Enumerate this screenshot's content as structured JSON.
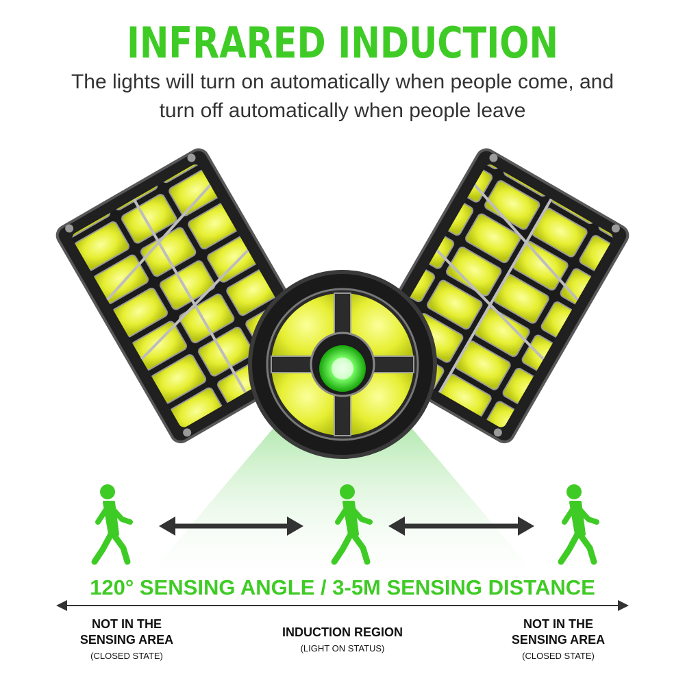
{
  "title": "INFRARED INDUCTION",
  "subtitle": {
    "line1": "The lights will turn on automatically when people come, and",
    "line2": "turn off automatically when people leave"
  },
  "sensing_label": "120° SENSING ANGLE / 3-5M SENSING DISTANCE",
  "zones": {
    "left": {
      "line1": "NOT IN THE",
      "line2": "SENSING AREA",
      "line3": "(CLOSED STATE)"
    },
    "middle": {
      "line1": "INDUCTION REGION",
      "line3": "(LIGHT ON STATUS)"
    },
    "right": {
      "line1": "NOT IN THE",
      "line2": "SENSING AREA",
      "line3": "(CLOSED STATE)"
    }
  },
  "colors": {
    "accent_green": "#3fcb25",
    "led_yellow": "#e8f23a",
    "housing": "#1e1e1e",
    "text_dark": "#333333"
  }
}
